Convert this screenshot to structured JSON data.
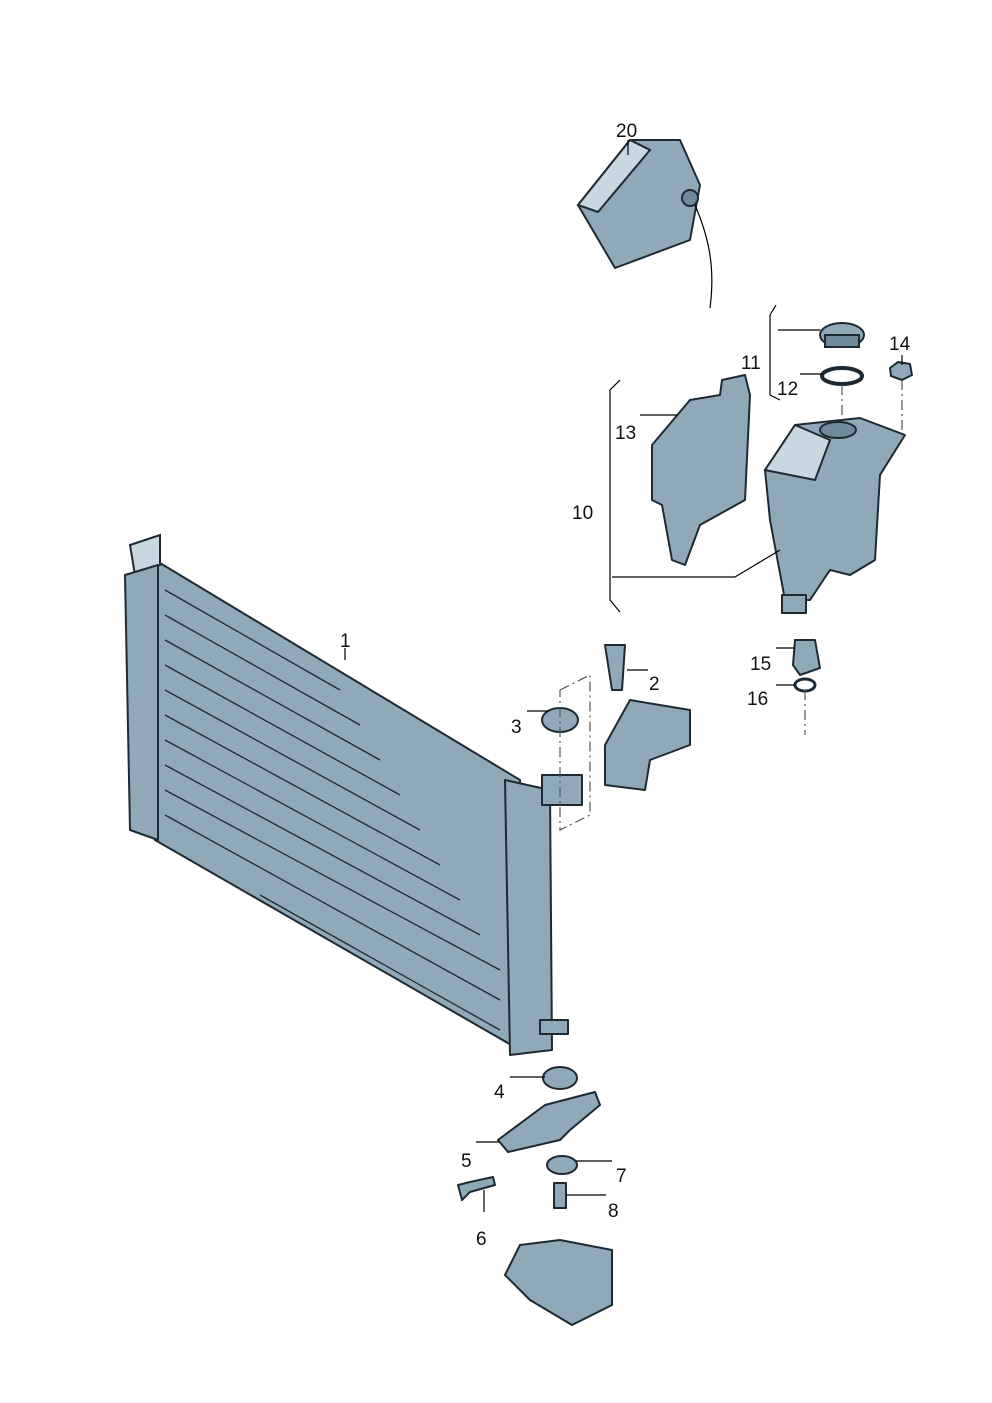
{
  "diagram": {
    "callouts": {
      "n1": "1",
      "n2": "2",
      "n3": "3",
      "n4": "4",
      "n5": "5",
      "n6": "6",
      "n7": "7",
      "n8": "8",
      "n10": "10",
      "n11": "11",
      "n12": "12",
      "n13": "13",
      "n14": "14",
      "n15": "15",
      "n16": "16",
      "n20": "20"
    },
    "colors": {
      "part": "#8fa9b8",
      "highlight": "#c9d8e0",
      "line": "#1e2a33"
    }
  }
}
